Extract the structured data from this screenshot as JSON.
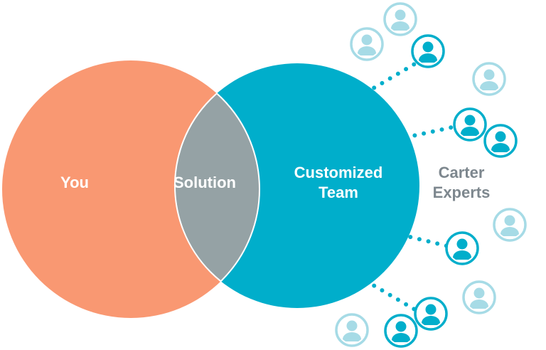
{
  "circles": {
    "you": {
      "label": "You",
      "color": "#f99872"
    },
    "solution": {
      "label": "Solution",
      "color": "#95a2a5"
    },
    "team": {
      "label_line1": "Customized",
      "label_line2": "Team",
      "color": "#00aecb"
    }
  },
  "experts": {
    "label_line1": "Carter",
    "label_line2": "Experts",
    "icon_name": "person-icon",
    "dark_color": "#00aecb",
    "light_color": "#a6dbe6"
  },
  "connector": {
    "style": "dotted",
    "color": "#00aecb"
  }
}
